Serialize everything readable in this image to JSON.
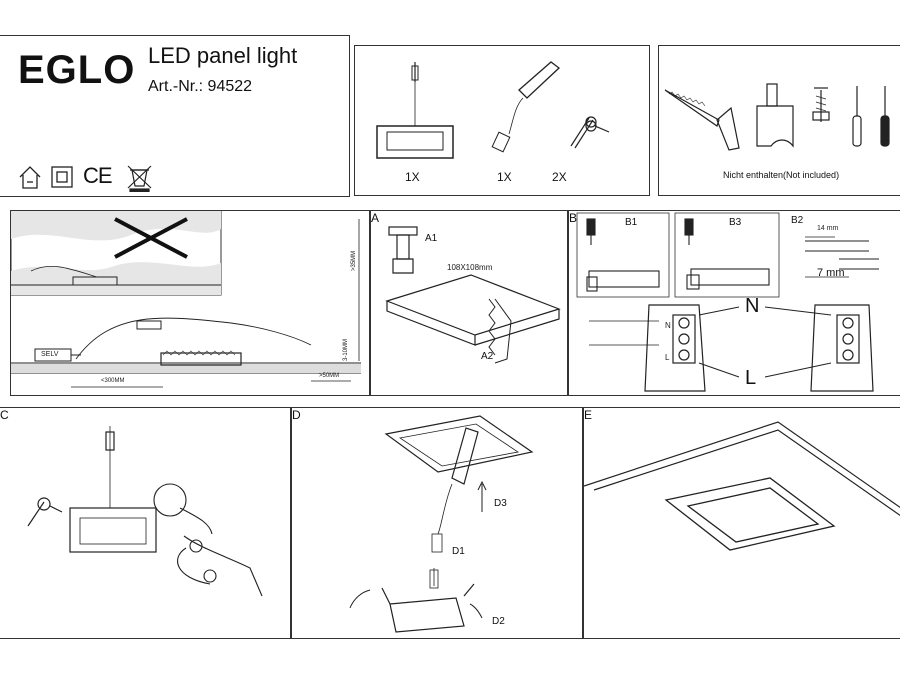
{
  "header": {
    "brand": "EGLO",
    "product": "LED panel light",
    "article": "Art.-Nr.: 94522",
    "cert_marks": [
      "home-icon",
      "double-insulation-icon",
      "ce-mark",
      "weee-bin-icon"
    ],
    "ce_text": "CE"
  },
  "contents": {
    "qty_panel": "1X",
    "qty_driver": "1X",
    "qty_spring": "2X"
  },
  "tools": {
    "note": "Nicht enthalten(Not included)"
  },
  "install": {
    "selv": "SELV",
    "dim_gap": "<300MM",
    "dim_edge": ">50MM",
    "dim_depth": ">35MM",
    "dim_thick": "3-10MM"
  },
  "stepA": {
    "label": "A",
    "a1": "A1",
    "a2": "A2",
    "cutout": "108X108mm"
  },
  "stepB": {
    "label": "B",
    "b1": "B1",
    "b2": "B2",
    "b3": "B3",
    "strip_outer": "14 mm",
    "strip_inner": "7 mm",
    "neutral": "N",
    "live": "L",
    "term_n": "N",
    "term_l": "L"
  },
  "stepC": {
    "label": "C"
  },
  "stepD": {
    "label": "D",
    "d1": "D1",
    "d2": "D2",
    "d3": "D3"
  },
  "stepE": {
    "label": "E"
  }
}
